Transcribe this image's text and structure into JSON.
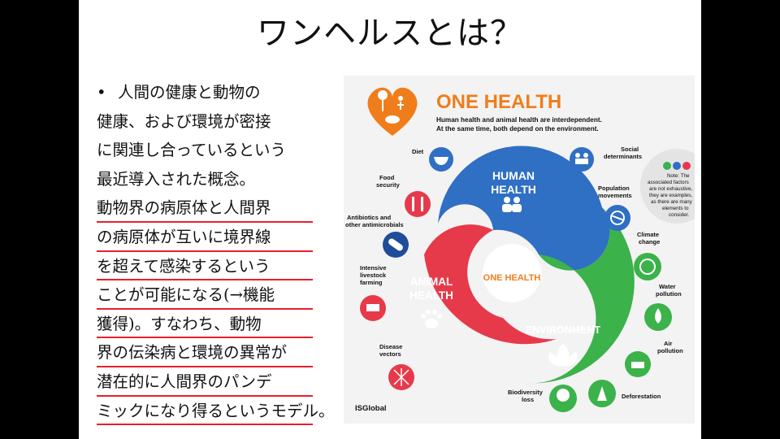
{
  "slide": {
    "title": "ワンヘルスとは？",
    "bullet_marker": "•",
    "lines": [
      "人間の健康と動物の",
      "健康、および環境が密接",
      "に関連し合っているという",
      "最近導入された概念。",
      "動物界の病原体と人間界",
      "の病原体が互いに境界線",
      "を超えて感染するという",
      "ことが可能になる(→機能",
      "獲得)。すなわち、動物",
      "界の伝染病と環境の異常が",
      "潜在的に人間界のパンデ",
      "ミックになり得るというモデル。"
    ]
  },
  "figure": {
    "heading": "ONE HEALTH",
    "subtitle_1": "Human health and animal health are interdependent.",
    "subtitle_2": "At the same time, both depend on the environment.",
    "center": "ONE HEALTH",
    "human_1": "HUMAN",
    "human_2": "HEALTH",
    "animal_1": "ANIMAL",
    "animal_2": "HEALTH",
    "environment": "ENVIRONMENT",
    "factors": {
      "diet": "Diet",
      "food_1": "Food",
      "food_2": "security",
      "antibiotics_1": "Antibiotics and",
      "antibiotics_2": "other antimicrobials",
      "livestock_1": "Intensive",
      "livestock_2": "livestock",
      "livestock_3": "farming",
      "disease_1": "Disease",
      "disease_2": "vectors",
      "social_1": "Social",
      "social_2": "determinants",
      "population_1": "Population",
      "population_2": "movements",
      "climate_1": "Climate",
      "climate_2": "change",
      "water_1": "Water",
      "water_2": "pollution",
      "air_1": "Air",
      "air_2": "pollution",
      "deforestation": "Deforestation",
      "biodiversity_1": "Biodiversity",
      "biodiversity_2": "loss"
    },
    "note": [
      "Note: The",
      "associated factors",
      "are not exhaustive,",
      "they are examples,",
      "as there are many",
      "elements to",
      "consider."
    ],
    "logo": "ISGlobal",
    "colors": {
      "orange": "#f07d1b",
      "blue": "#2f6fc4",
      "red": "#e63a4b",
      "green": "#3bb24a",
      "navy": "#1f4d9a"
    }
  }
}
